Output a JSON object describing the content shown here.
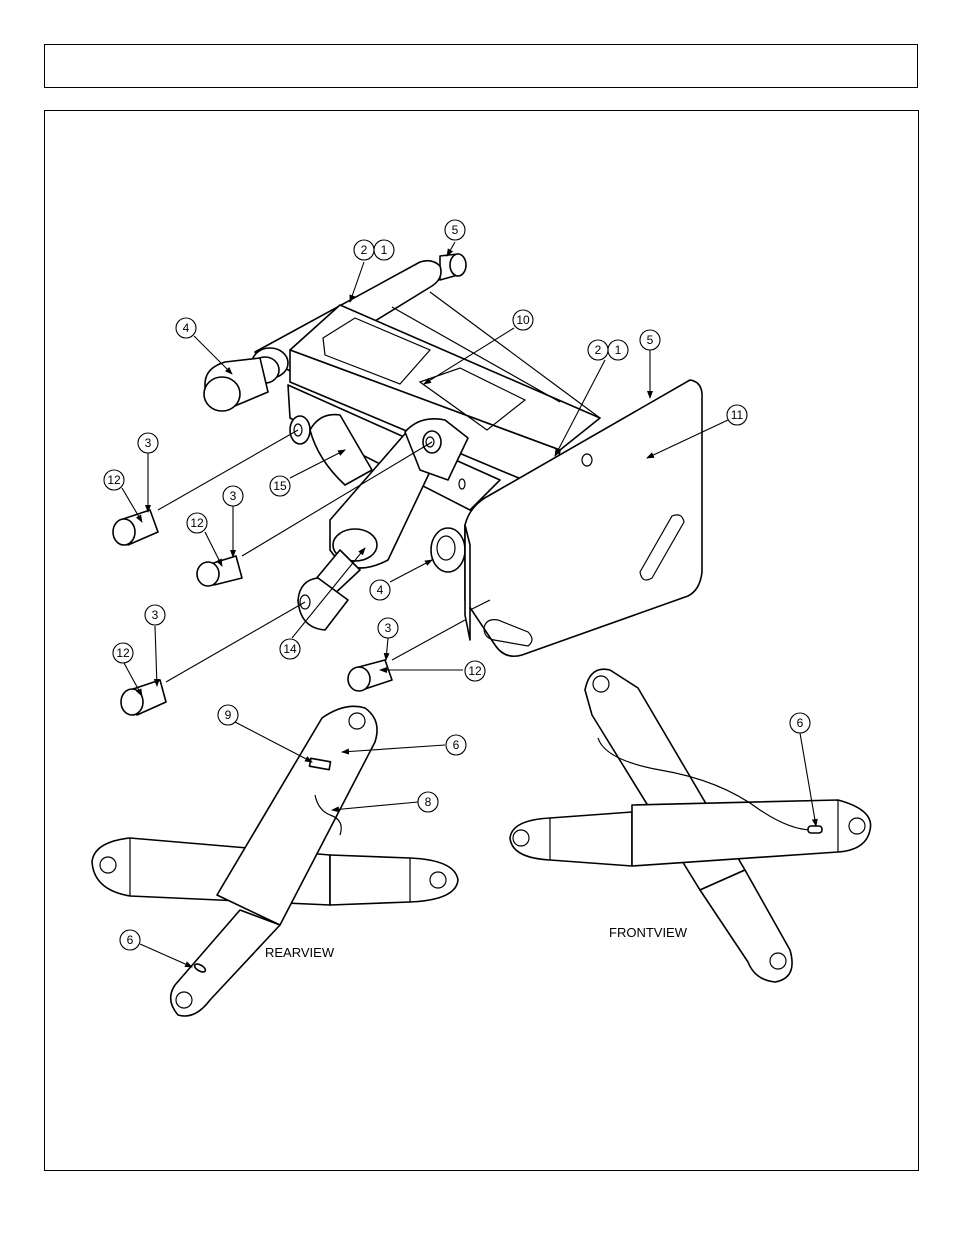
{
  "header": {
    "title": ""
  },
  "views": {
    "rear": "REARVIEW",
    "front": "FRONTVIEW"
  },
  "callouts": [
    "2",
    "1",
    "5",
    "4",
    "10",
    "2",
    "1",
    "5",
    "11",
    "3",
    "15",
    "12",
    "3",
    "12",
    "3",
    "4",
    "12",
    "14",
    "3",
    "12",
    "9",
    "6",
    "8",
    "6",
    "6"
  ]
}
